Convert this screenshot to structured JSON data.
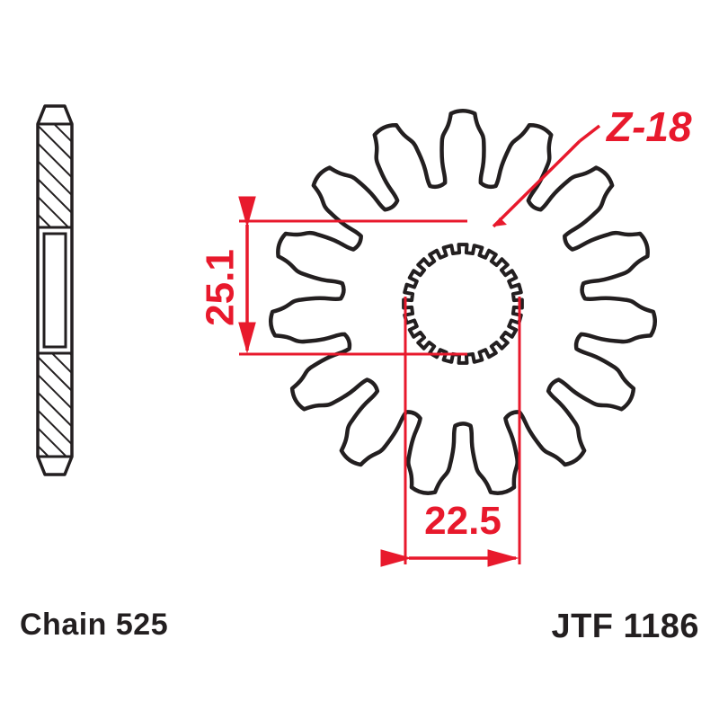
{
  "document": {
    "type": "technical-drawing",
    "part_number": "JTF 1186",
    "chain_label": "Chain 525"
  },
  "footer": {
    "chain": "Chain 525",
    "part": "JTF 1186"
  },
  "annotations": {
    "teeth_label": "Z-18",
    "vertical_dimension": "25.1",
    "horizontal_dimension": "22.5"
  },
  "colors": {
    "outline": "#231f20",
    "dimension_red": "#e8192c",
    "background": "#ffffff"
  },
  "views": {
    "side_view": {
      "name": "side-section-view",
      "description": "cross-section"
    },
    "front_view": {
      "name": "front-sprocket-view",
      "teeth_count": 15,
      "spline_count": 24
    }
  }
}
